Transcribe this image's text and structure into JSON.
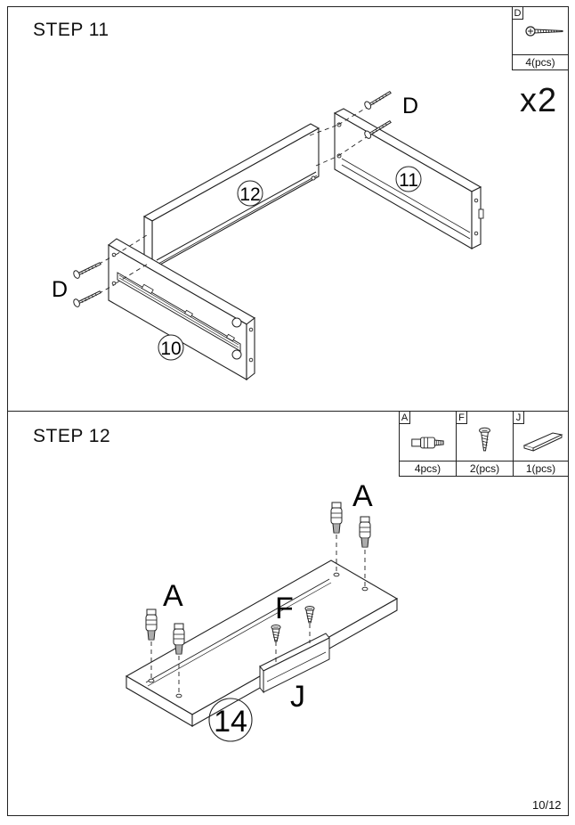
{
  "step11": {
    "title": "STEP 11",
    "part": {
      "letter": "D",
      "quantity": "4(pcs)",
      "icon": "screw-icon"
    },
    "multiplier": "x2",
    "callouts": {
      "panel_a": "12",
      "panel_b": "11",
      "panel_c": "10",
      "screw_label_top": "D",
      "screw_label_left": "D"
    }
  },
  "step12": {
    "title": "STEP 12",
    "parts": [
      {
        "letter": "A",
        "quantity": "4pcs)",
        "icon": "cam-dowel-icon"
      },
      {
        "letter": "F",
        "quantity": "2(pcs)",
        "icon": "wood-screw-icon"
      },
      {
        "letter": "J",
        "quantity": "1(pcs)",
        "icon": "bracket-icon"
      }
    ],
    "callouts": {
      "panel": "14",
      "dowel_label_right": "A",
      "dowel_label_left": "A",
      "screw_label": "F",
      "bracket_label": "J"
    }
  },
  "page_number": "10/12"
}
